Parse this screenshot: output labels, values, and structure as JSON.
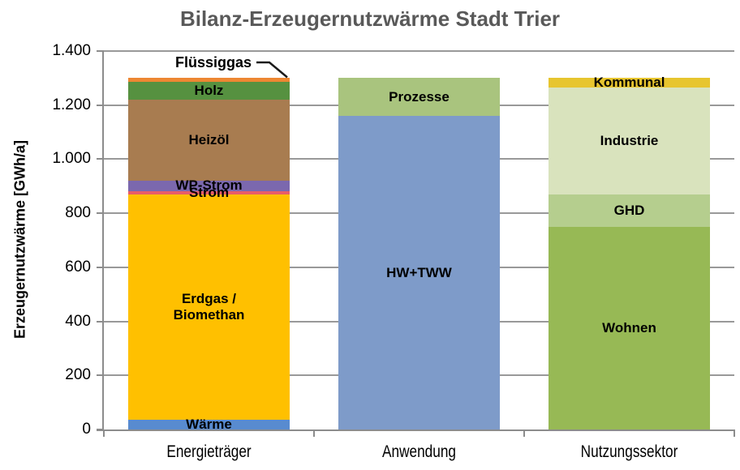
{
  "chart_data": {
    "type": "bar",
    "variant": "stacked",
    "title": "Bilanz-Erzeugernutzwärme Stadt Trier",
    "ylabel": "Erzeugernutzwärme [GWh/a]",
    "xlabel": "",
    "ylim": [
      0,
      1400
    ],
    "ytick_step": 200,
    "yticks": [
      {
        "value": 0,
        "label": "0"
      },
      {
        "value": 200,
        "label": "200"
      },
      {
        "value": 400,
        "label": "400"
      },
      {
        "value": 600,
        "label": "600"
      },
      {
        "value": 800,
        "label": "800"
      },
      {
        "value": 1000,
        "label": "1.000"
      },
      {
        "value": 1200,
        "label": "1.200"
      },
      {
        "value": 1400,
        "label": "1.400"
      }
    ],
    "grid": true,
    "legend": "none (segments labeled inside bars)",
    "categories": [
      "Energieträger",
      "Anwendung",
      "Nutzungssektor"
    ],
    "bar_totals_gwh": [
      1300,
      1300,
      1300
    ],
    "bars": [
      {
        "category": "Energieträger",
        "segments": [
          {
            "label": "Wärme",
            "value": 35,
            "color": "#588BD0",
            "label_lines": [
              "Wärme"
            ]
          },
          {
            "label": "Erdgas / Biomethan",
            "value": 835,
            "color": "#FFC000",
            "label_lines": [
              "Erdgas /",
              "Biomethan"
            ]
          },
          {
            "label": "Strom",
            "value": 12,
            "color": "#E85D68",
            "label_lines": [
              "Strom"
            ]
          },
          {
            "label": "WP-Strom",
            "value": 39,
            "color": "#7B68AE",
            "label_lines": [
              "WP-Strom"
            ]
          },
          {
            "label": "Heizöl",
            "value": 300,
            "color": "#A87C50",
            "label_lines": [
              "Heizöl"
            ]
          },
          {
            "label": "Holz",
            "value": 64,
            "color": "#569140",
            "label_lines": [
              "Holz"
            ]
          },
          {
            "label": "Flüssiggas",
            "value": 15,
            "color": "#ED8733",
            "callout": true
          }
        ]
      },
      {
        "category": "Anwendung",
        "segments": [
          {
            "label": "HW+TWW",
            "value": 1160,
            "color": "#7E9BC9",
            "label_lines": [
              "HW+TWW"
            ]
          },
          {
            "label": "Prozesse",
            "value": 140,
            "color": "#A9C47E",
            "label_lines": [
              "Prozesse"
            ]
          }
        ]
      },
      {
        "category": "Nutzungssektor",
        "segments": [
          {
            "label": "Wohnen",
            "value": 750,
            "color": "#97B955",
            "label_lines": [
              "Wohnen"
            ]
          },
          {
            "label": "GHD",
            "value": 120,
            "color": "#B5CE8E",
            "label_lines": [
              "GHD"
            ]
          },
          {
            "label": "Industrie",
            "value": 395,
            "color": "#D9E3BD",
            "label_lines": [
              "Industrie"
            ]
          },
          {
            "label": "Kommunal",
            "value": 35,
            "color": "#E7C52F",
            "label_lines": [
              "Kommunal"
            ]
          }
        ]
      }
    ],
    "colors": {
      "title": "#595959",
      "grid": "#999999",
      "axis": "#8C8C8C",
      "callout_line": "#1a1a1a"
    }
  }
}
